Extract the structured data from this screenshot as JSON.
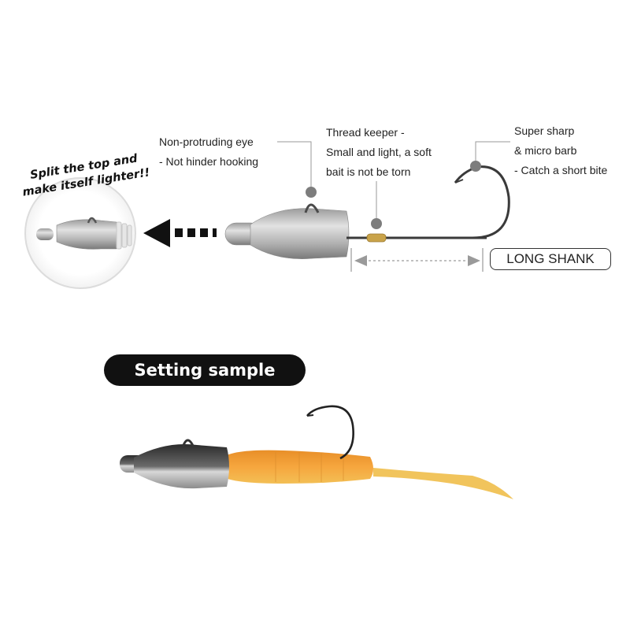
{
  "annotations": {
    "eye": {
      "line1": "Non-protruding eye",
      "line2": "- Not hinder hooking"
    },
    "keeper": {
      "line1": "Thread keeper -",
      "line2": "Small and light, a soft",
      "line3": "bait is not be torn"
    },
    "barb": {
      "line1": "Super sharp",
      "line2": "& micro barb",
      "line3": "- Catch a short bite"
    }
  },
  "long_shank_label": "LONG SHANK",
  "split_callout": {
    "line1": "Split the top and",
    "line2": "make itself lighter!!"
  },
  "setting_sample_label": "Setting sample",
  "colors": {
    "lead": "#b9b9b9",
    "lead_dark": "#5a5a5a",
    "hook": "#333333",
    "bait_orange": "#f2a640",
    "bait_tail": "#f1c45c",
    "thread_keeper": "#c9a34a",
    "badge": "#111111",
    "guide_line": "#9a9a9a",
    "dot": "#7d7d7d"
  },
  "icons": {
    "arrow": "dashed-left-arrow-icon",
    "dots": "callout-dot-icon"
  }
}
